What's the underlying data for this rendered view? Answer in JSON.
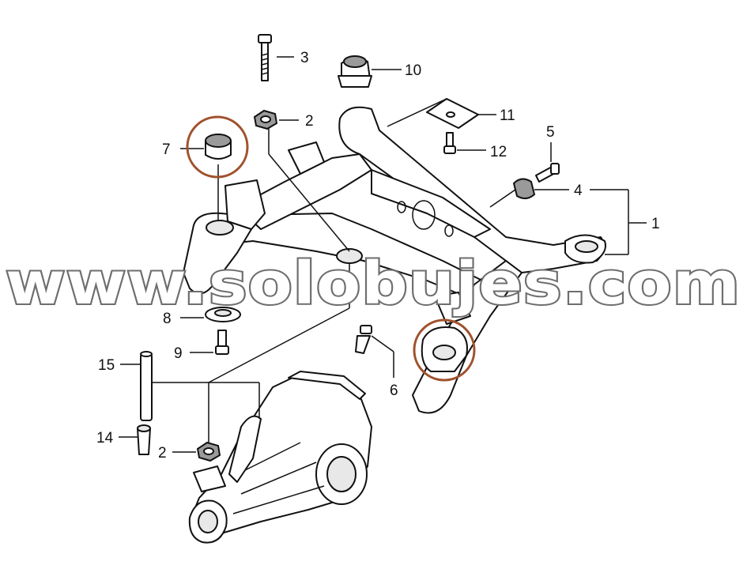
{
  "callouts": {
    "c1": "1",
    "c2a": "2",
    "c2b": "2",
    "c3": "3",
    "c4": "4",
    "c5": "5",
    "c6": "6",
    "c7": "7",
    "c8": "8",
    "c9": "9",
    "c10": "10",
    "c11": "11",
    "c12": "12",
    "c14": "14",
    "c15": "15"
  },
  "watermark": {
    "text": "www.solobujes.com"
  },
  "colors": {
    "highlight": "#a0522d",
    "line": "#111111",
    "watermark_outline": "#6e6e6e"
  }
}
